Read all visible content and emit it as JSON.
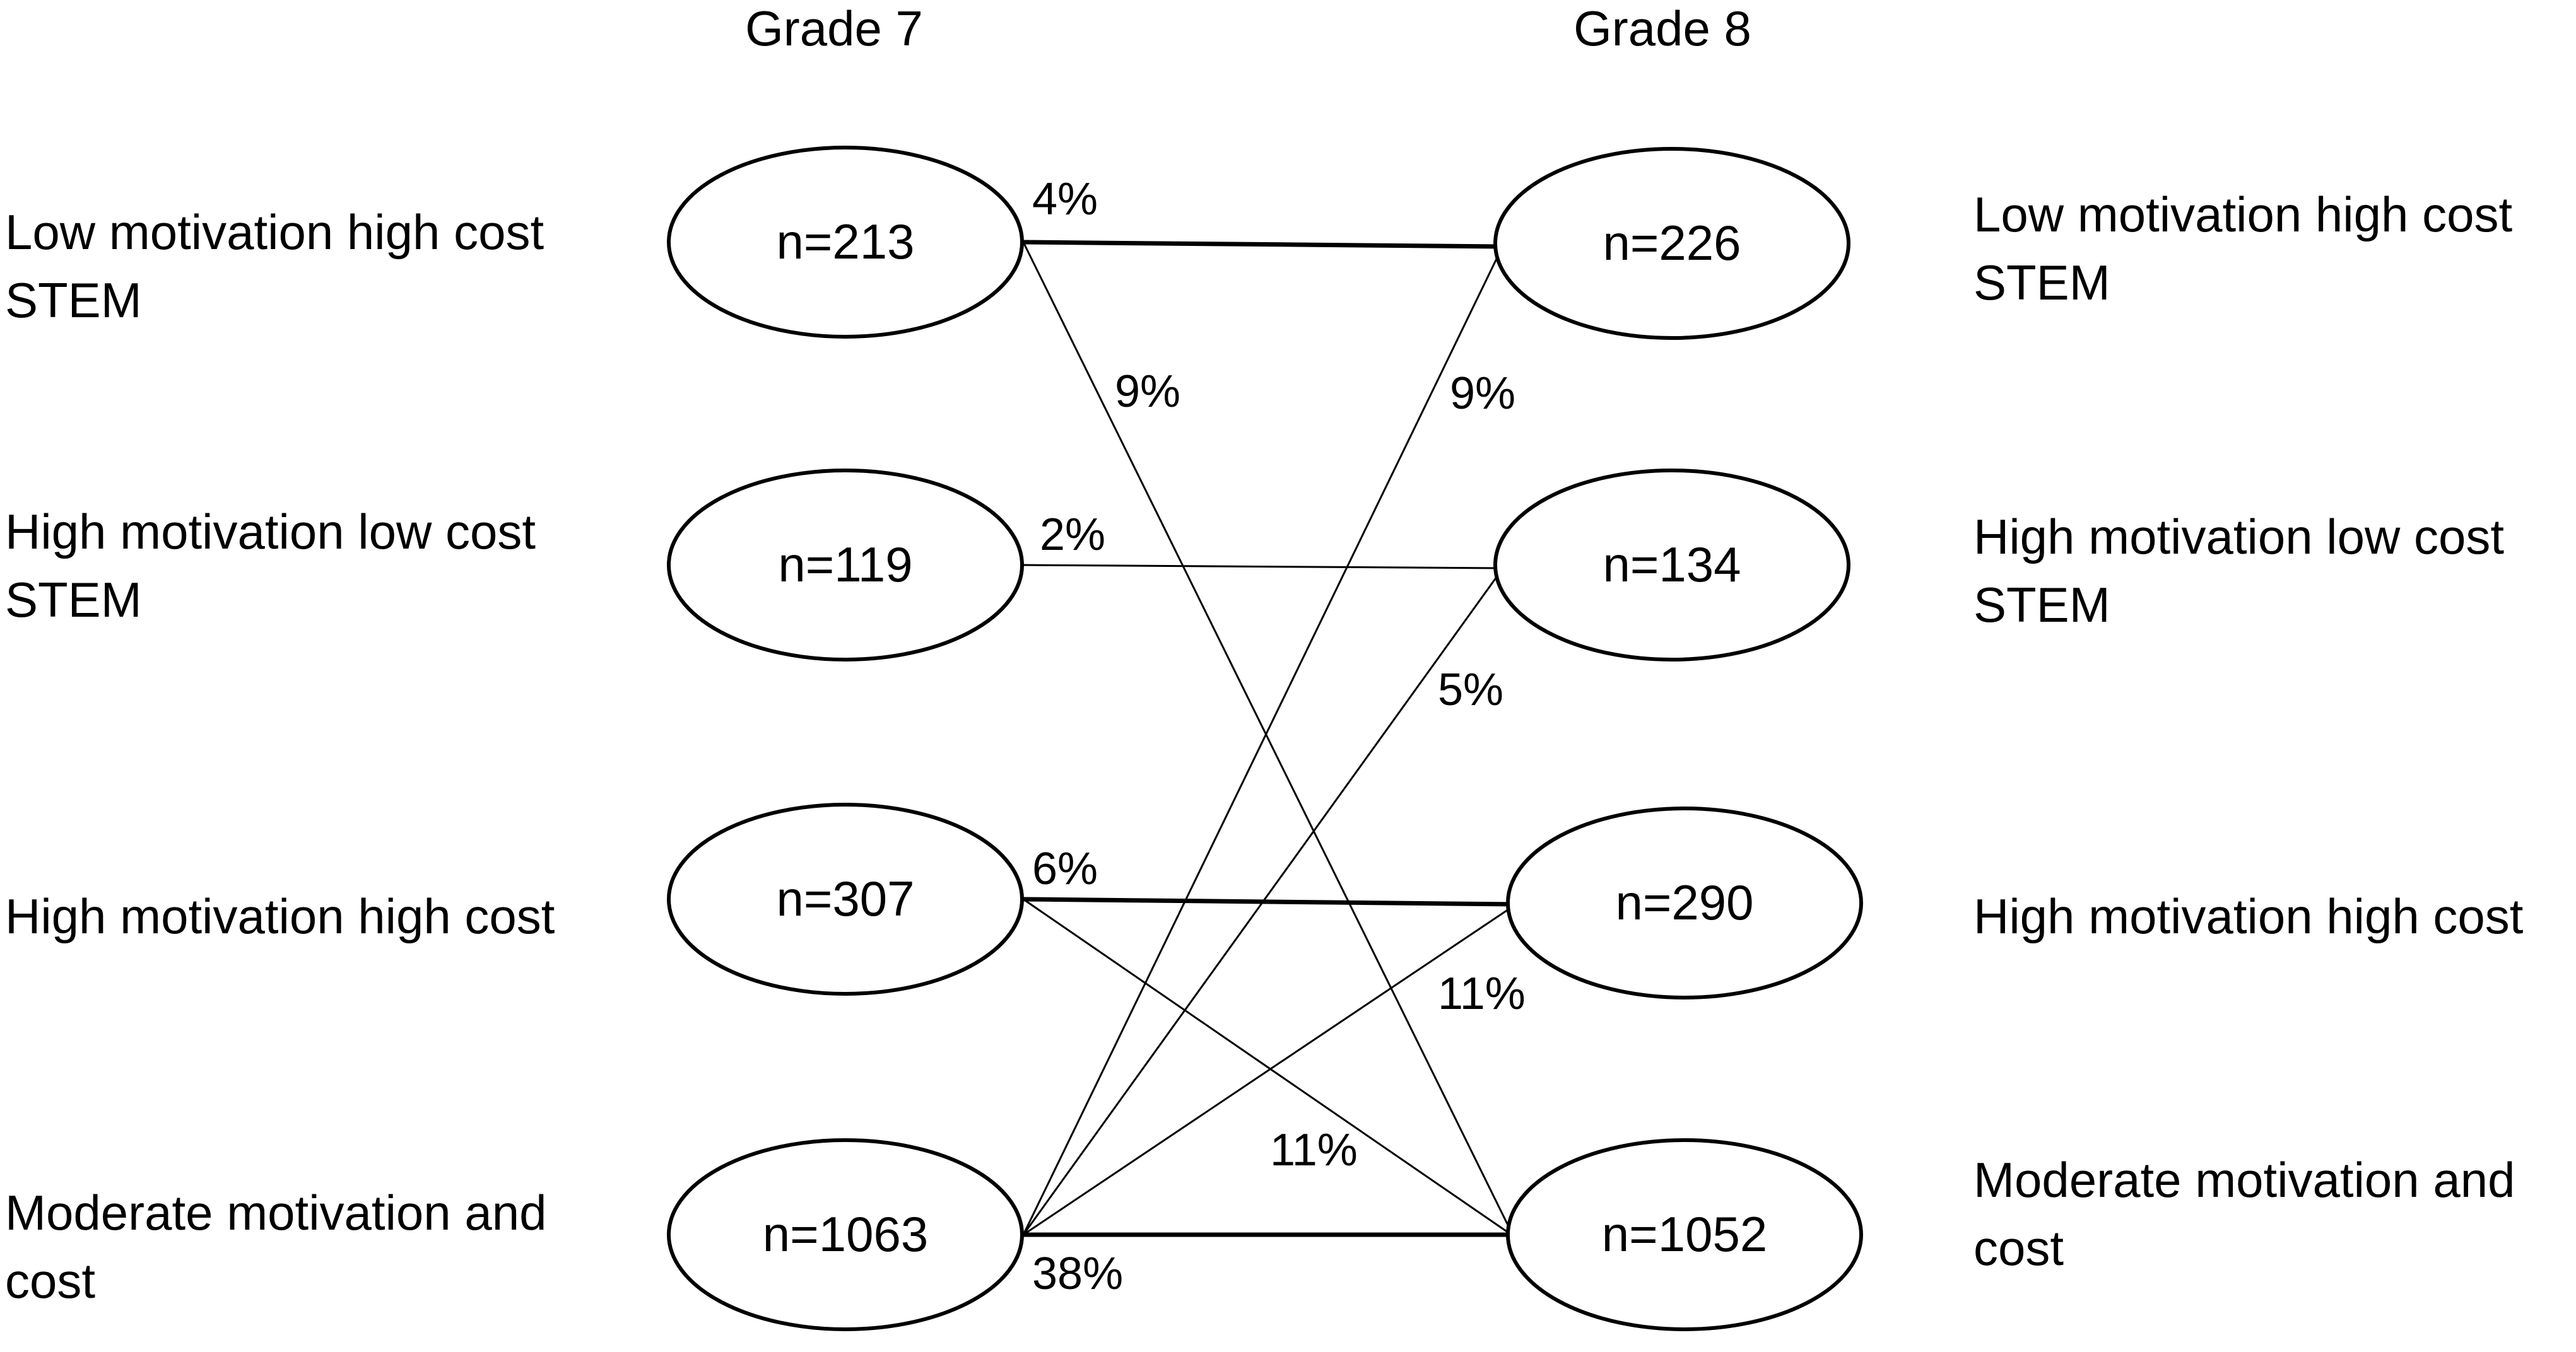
{
  "columns": {
    "left": "Grade 7",
    "right": "Grade 8"
  },
  "left_labels": [
    [
      "Low motivation high cost",
      "STEM"
    ],
    [
      "High motivation low cost",
      "STEM"
    ],
    [
      "High motivation high cost"
    ],
    [
      "Moderate motivation and",
      "cost"
    ]
  ],
  "right_labels": [
    [
      "Low motivation high cost",
      "STEM"
    ],
    [
      "High motivation low cost",
      "STEM"
    ],
    [
      "High motivation high cost"
    ],
    [
      "Moderate motivation and",
      "cost"
    ]
  ],
  "grade7_nodes": [
    "n=213",
    "n=119",
    "n=307",
    "n=1063"
  ],
  "grade8_nodes": [
    "n=226",
    "n=134",
    "n=290",
    "n=1052"
  ],
  "transitions": [
    {
      "from": 0,
      "to": 0,
      "percent": "4%",
      "weight": "thick"
    },
    {
      "from": 0,
      "to": 3,
      "percent": "9%",
      "weight": "thin"
    },
    {
      "from": 1,
      "to": 1,
      "percent": "2%",
      "weight": "thin"
    },
    {
      "from": 2,
      "to": 2,
      "percent": "6%",
      "weight": "thick"
    },
    {
      "from": 2,
      "to": 3,
      "percent": "11%",
      "weight": "thin"
    },
    {
      "from": 3,
      "to": 0,
      "percent": "9%",
      "weight": "thin"
    },
    {
      "from": 3,
      "to": 1,
      "percent": "5%",
      "weight": "thin"
    },
    {
      "from": 3,
      "to": 2,
      "percent": "11%",
      "weight": "thin"
    },
    {
      "from": 3,
      "to": 3,
      "percent": "38%",
      "weight": "thick"
    }
  ],
  "colors": {
    "stroke": "#000000",
    "background": "#ffffff"
  }
}
